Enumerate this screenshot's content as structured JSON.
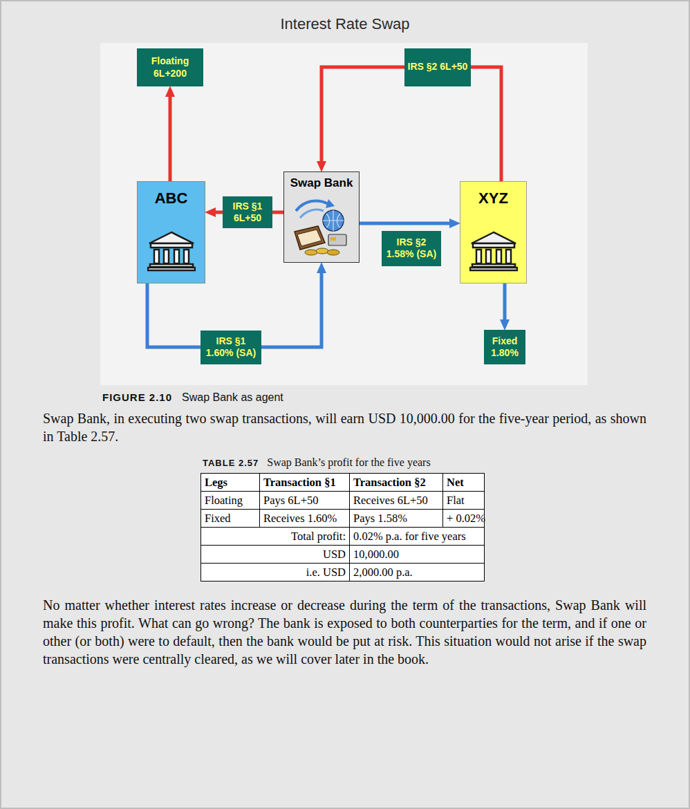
{
  "diagram": {
    "title": "Interest Rate Swap",
    "caption": "Swap Bank as agent",
    "nodes": [
      {
        "text": [
          "Floating 6L+200"
        ]
      },
      {
        "text": [
          "ABC"
        ]
      },
      {
        "text": [
          "Swap Bank"
        ]
      },
      {
        "text": [
          "XYZ"
        ]
      },
      {
        "text": [
          "Fixed 1.80%"
        ]
      }
    ],
    "edges": [
      {
        "from": 1,
        "to": 0,
        "arrow": "to"
      },
      {
        "from": 2,
        "to": 1,
        "label": "IRS §1 6L+50",
        "arrow": "to"
      },
      {
        "from": 3,
        "to": 2,
        "label": "IRS §2 6L+50",
        "arrow": "to"
      },
      {
        "from": 1,
        "to": 2,
        "label": "IRS §1 1.60% (SA)",
        "arrow": "to"
      },
      {
        "from": 2,
        "to": 3,
        "label": "IRS §2 1.58% (SA)",
        "arrow": "to"
      },
      {
        "from": 3,
        "to": 4,
        "arrow": "to"
      }
    ],
    "labels": [
      "FIGURE 2.10",
      "Swap Bank, in executing two swap transactions, will earn USD 10,000.00 for the five-year period, as shown in Table 2.57.",
      "TABLE 2.57",
      "Swap Bank’s profit for the five years",
      "Legs",
      "Transaction §1",
      "Transaction §2",
      "Net",
      "Floating",
      "Pays 6L+50",
      "Receives 6L+50",
      "Flat",
      "Fixed",
      "Receives 1.60%",
      "Pays 1.58%",
      "+ 0.02%",
      "Total profit:",
      "0.02% p.a. for five years",
      "USD",
      "10,000.00",
      "i.e. USD",
      "2,000.00 p.a.",
      "No matter whether interest rates increase or decrease during the term of the transactions, Swap Bank will make this profit. What can go wrong? The bank is exposed to both counterparties for the term, and if one or other (or both) were to default, then the bank would be put at risk. This situation would not arise if the swap transactions were centrally cleared, as we will cover later in the book."
    ]
  }
}
